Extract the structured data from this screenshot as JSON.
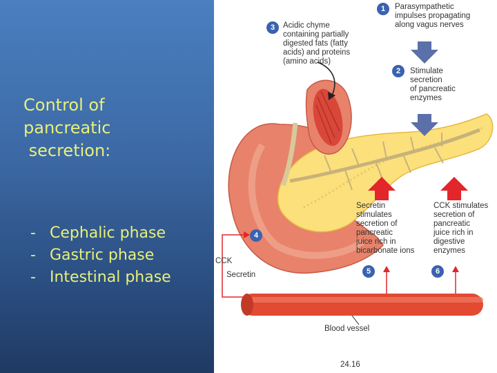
{
  "slide": {
    "title_lines": [
      "Control of",
      "pancreatic",
      " secretion:"
    ],
    "phases": [
      "Cephalic phase",
      "Gastric phase",
      "Intestinal phase"
    ],
    "colors": {
      "background_top": "#4a7fc0",
      "background_bottom": "#1f3a63",
      "text": "#e8f07a"
    }
  },
  "diagram": {
    "steps": [
      {
        "number": "1",
        "text": "Parasympathetic\nimpulses propagating\nalong vagus nerves"
      },
      {
        "number": "2",
        "text": "Stimulate\nsecretion\nof pancreatic\nenzymes"
      },
      {
        "number": "3",
        "text": "Acidic chyme\ncontaining partially\ndigested fats (fatty\nacids) and proteins\n(amino acids)"
      },
      {
        "number": "4",
        "text": ""
      },
      {
        "number": "5",
        "text": "Secretin\nstimulates\nsecretion of\npancreatic\njuice rich in\nbicarbonate ions"
      },
      {
        "number": "6",
        "text": "CCK stimulates\nsecretion of\npancreatic\njuice rich in\ndigestive\nenzymes"
      }
    ],
    "hormone_labels": {
      "cck": "CCK",
      "secretin": "Secretin"
    },
    "blood_vessel_label": "Blood vessel",
    "figure_number": "24.16"
  }
}
